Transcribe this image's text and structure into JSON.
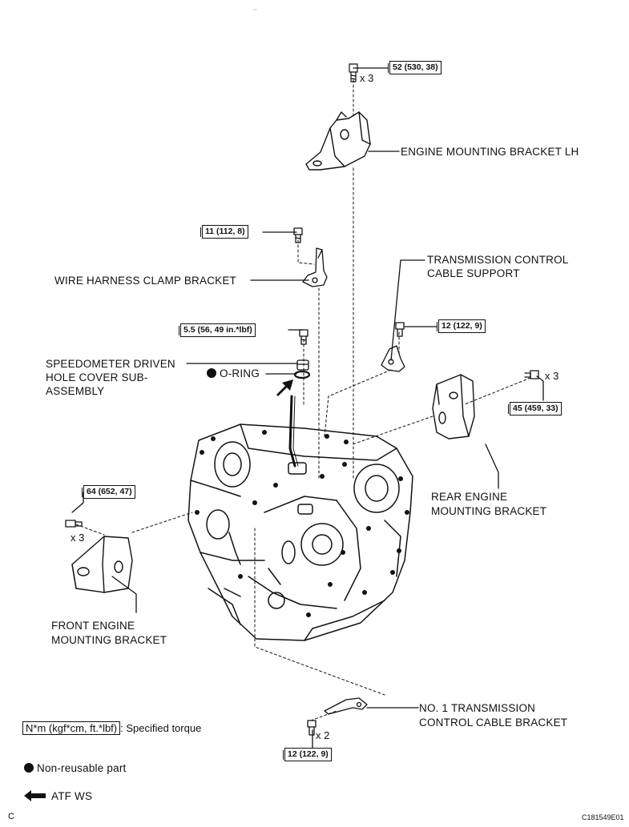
{
  "labels": {
    "engine_bracket_lh": "ENGINE MOUNTING BRACKET LH",
    "wire_harness": "WIRE HARNESS CLAMP BRACKET",
    "tcc_support_1": "TRANSMISSION CONTROL",
    "tcc_support_2": "CABLE SUPPORT",
    "speedo_1": "SPEEDOMETER DRIVEN",
    "speedo_2": "HOLE COVER SUB-",
    "speedo_3": "ASSEMBLY",
    "o_ring": "O-RING",
    "rear_bracket_1": "REAR ENGINE",
    "rear_bracket_2": "MOUNTING BRACKET",
    "front_bracket_1": "FRONT ENGINE",
    "front_bracket_2": "MOUNTING BRACKET",
    "no1_bracket_1": "NO. 1 TRANSMISSION",
    "no1_bracket_2": "CONTROL CABLE BRACKET"
  },
  "torques": {
    "t52": "52 (530, 38)",
    "t11": "11 (112, 8)",
    "t55": "5.5 (56, 49 in.*lbf)",
    "t12a": "12 (122, 9)",
    "t45": "45 (459, 33)",
    "t64": "64 (652, 47)",
    "t12b": "12 (122, 9)"
  },
  "multipliers": {
    "m52": "x 3",
    "m45": "x 3",
    "m64": "x 3",
    "m12b": "x 2"
  },
  "legend": {
    "torque_box": "N*m (kgf*cm, ft.*lbf)",
    "torque_text": ": Specified torque",
    "nonreusable": "Non-reusable part",
    "atf": "ATF WS"
  },
  "corner_left": "C",
  "figure_id": "C181549E01",
  "colors": {
    "ink": "#111111",
    "paper": "#ffffff"
  }
}
